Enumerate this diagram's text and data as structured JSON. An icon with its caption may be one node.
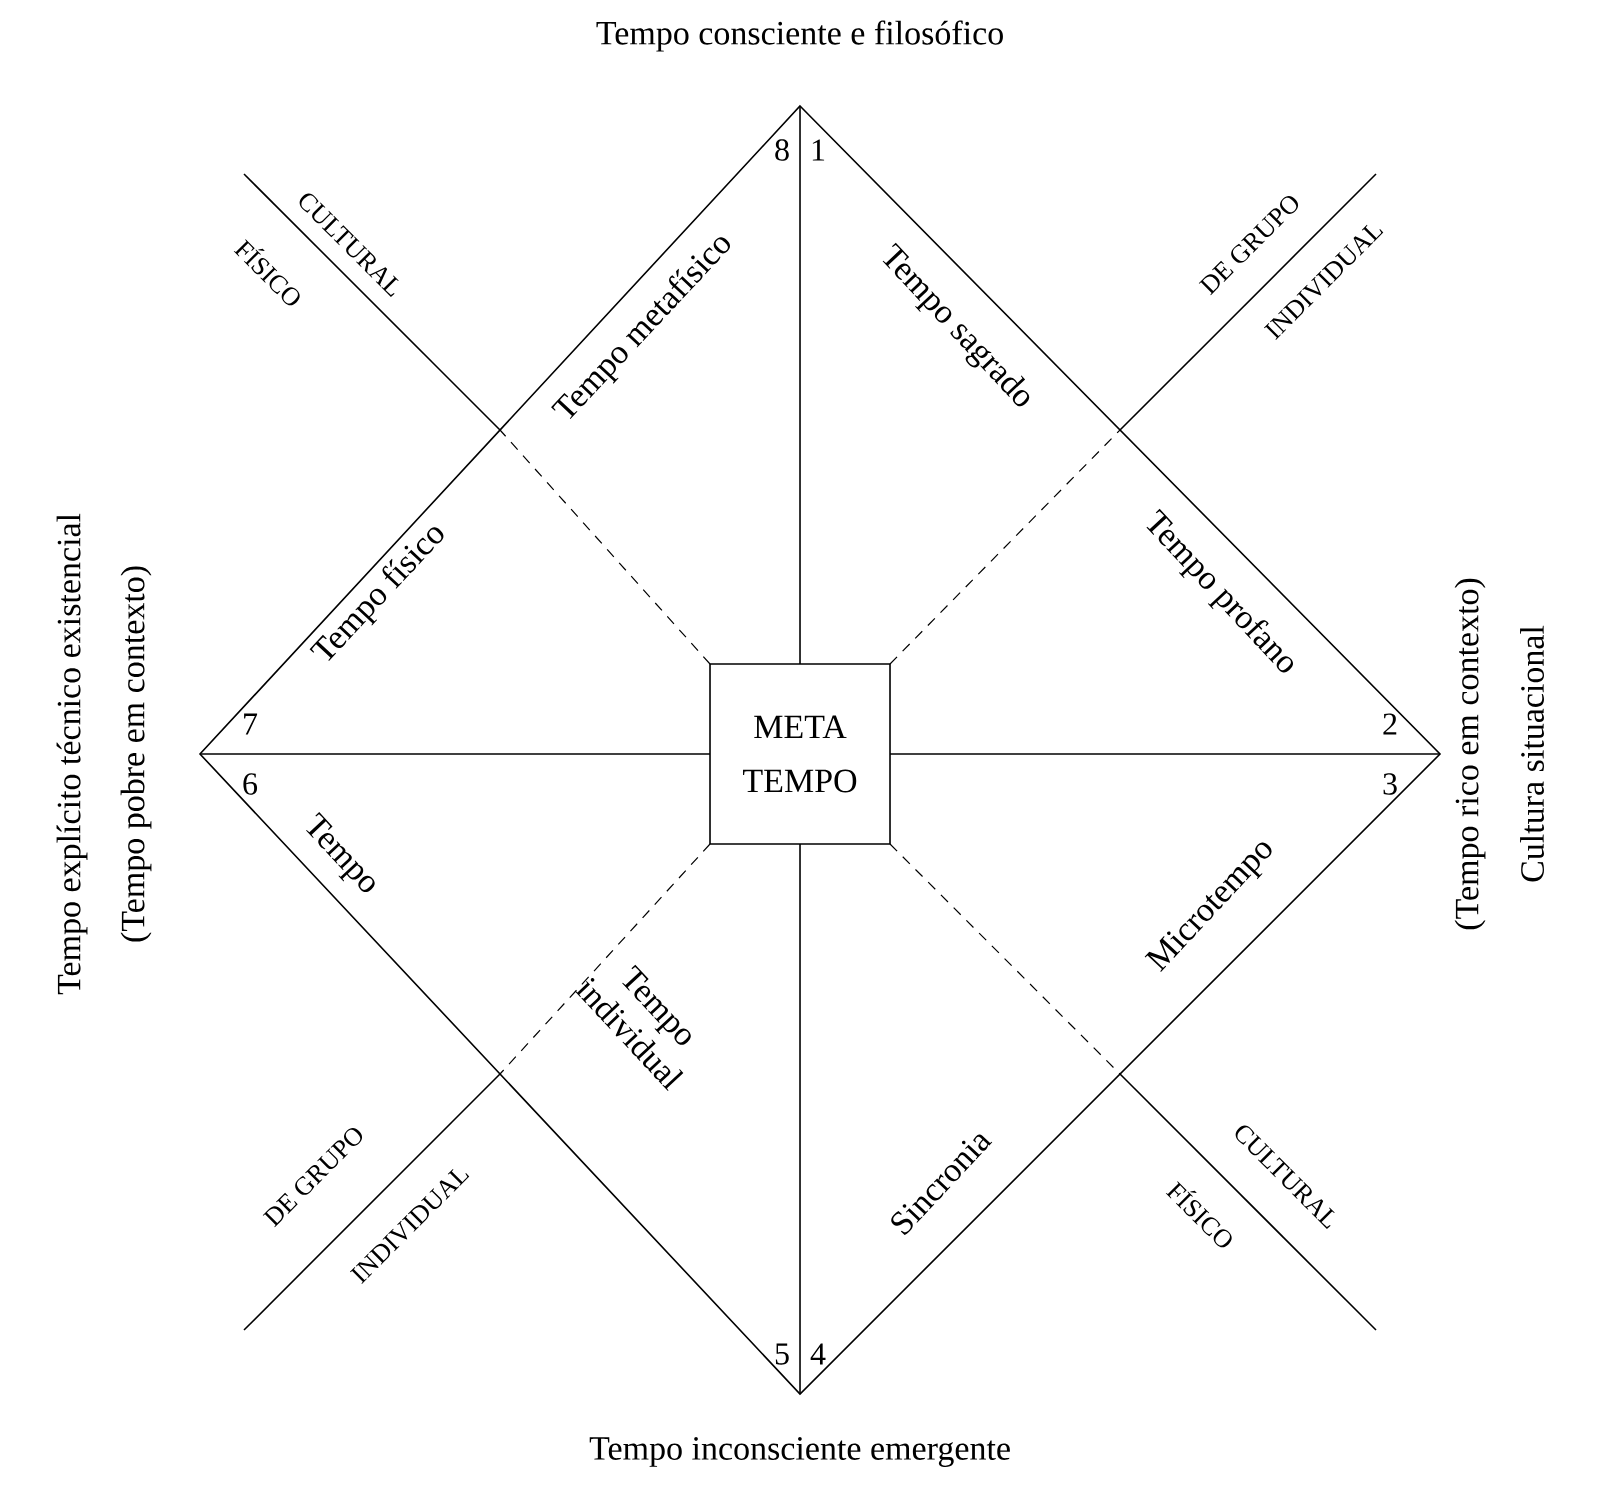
{
  "diagram": {
    "nodes": [
      {
        "text": [
          "META TEMPO"
        ]
      }
    ],
    "edges": [],
    "labels": [
      "Tempo consciente e filosófico",
      "CULTURAL",
      "8",
      "1",
      "DE GRUPO",
      "FÍSICO",
      "INDIVIDUAL",
      "Tempo metafísico",
      "Tempo sagrado",
      "Tempo explícito técnico existencial",
      "(Tempo pobre em contexto)",
      "Tempo físico",
      "Tempo profano",
      "(Tempo rico em contexto)",
      "Cultura situacional",
      "7",
      "2",
      "6",
      "3",
      "Tempo",
      "Microtempo",
      "Tempo individual",
      "DE GRUPO",
      "Sincronia",
      "CULTURAL",
      "INDIVIDUAL",
      "FÍSICO",
      "5",
      "4",
      "Tempo inconsciente emergente"
    ]
  }
}
